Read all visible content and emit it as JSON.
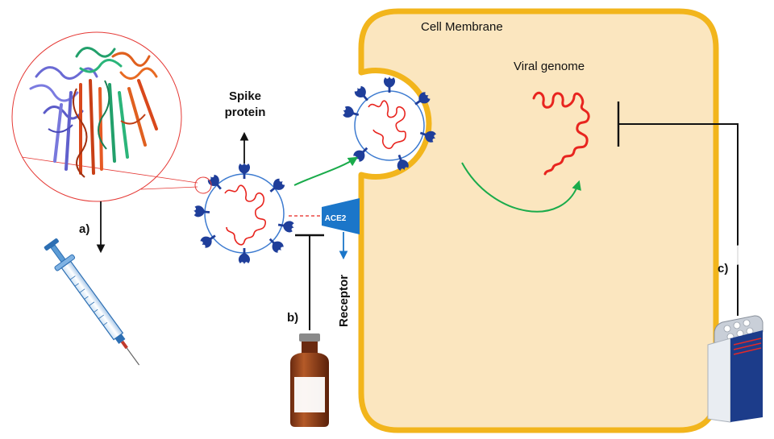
{
  "labels": {
    "cell_membrane": "Cell Membrane",
    "viral_genome": "Viral genome",
    "spike_line1": "Spike",
    "spike_line2": "protein",
    "ace2": "ACE2",
    "receptor": "Receptor",
    "a": "a)",
    "b": "b)",
    "c": "c)"
  },
  "colors": {
    "membrane_fill": "#fbe6bf",
    "membrane_stroke": "#f2b51c",
    "virus_outline": "#3d7bd0",
    "spike": "#1f3e9a",
    "rna": "#e8251f",
    "arrow_green": "#1aab4b",
    "ace2_fill": "#1b76c9",
    "inhibition": "#111111",
    "zoom_circle": "#e53935"
  },
  "icons": {
    "syringe": "syringe-icon",
    "vial": "vial-icon",
    "pill_box": "pill-box-icon",
    "protein": "spike-protein-structure"
  }
}
